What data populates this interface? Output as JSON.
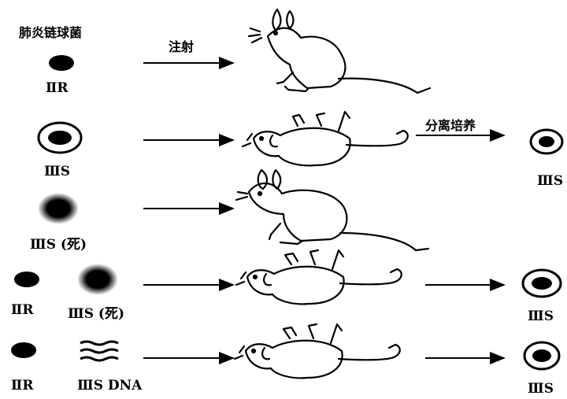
{
  "title": "肺炎链球菌",
  "inject_label": "注射",
  "isolate_label": "分离培养",
  "rows": [
    {
      "bacteria": [
        "ⅡR"
      ],
      "mouse": "alive",
      "result": ""
    },
    {
      "bacteria": [
        "ⅢS"
      ],
      "mouse": "dead",
      "result": "ⅢS"
    },
    {
      "bacteria": [
        "ⅢS (死)"
      ],
      "mouse": "alive",
      "result": ""
    },
    {
      "bacteria": [
        "ⅡR",
        "ⅢS (死)"
      ],
      "mouse": "dead",
      "result": "ⅢS"
    },
    {
      "bacteria": [
        "ⅡR",
        "ⅢS DNA"
      ],
      "mouse": "dead",
      "result": "ⅢS"
    }
  ]
}
